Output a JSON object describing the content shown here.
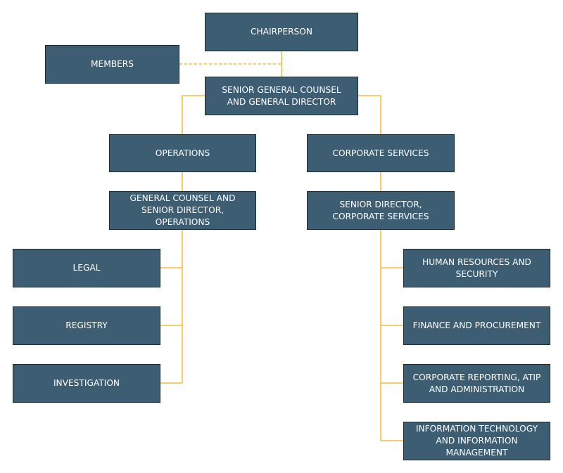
{
  "org_chart": {
    "chairperson": "CHAIRPERSON",
    "members": "MEMBERS",
    "senior_general_counsel": "SENIOR GENERAL COUNSEL AND GENERAL DIRECTOR",
    "operations": "OPERATIONS",
    "corporate_services": "CORPORATE SERVICES",
    "general_counsel_operations": "GENERAL COUNSEL AND SENIOR DIRECTOR, OPERATIONS",
    "senior_director_corporate": "SENIOR DIRECTOR, CORPORATE SERVICES",
    "legal": "LEGAL",
    "registry": "REGISTRY",
    "investigation": "INVESTIGATION",
    "human_resources": "HUMAN RESOURCES AND SECURITY",
    "finance": "FINANCE AND PROCUREMENT",
    "corporate_reporting": "CORPORATE REPORTING, ATIP AND ADMINISTRATION",
    "information_technology": "INFORMATION TECHNOLOGY AND INFORMATION MANAGEMENT"
  },
  "colors": {
    "box_fill": "#3d5d73",
    "box_border": "#1a2a35",
    "box_text": "#ffffff",
    "connector": "#f2be3f"
  }
}
